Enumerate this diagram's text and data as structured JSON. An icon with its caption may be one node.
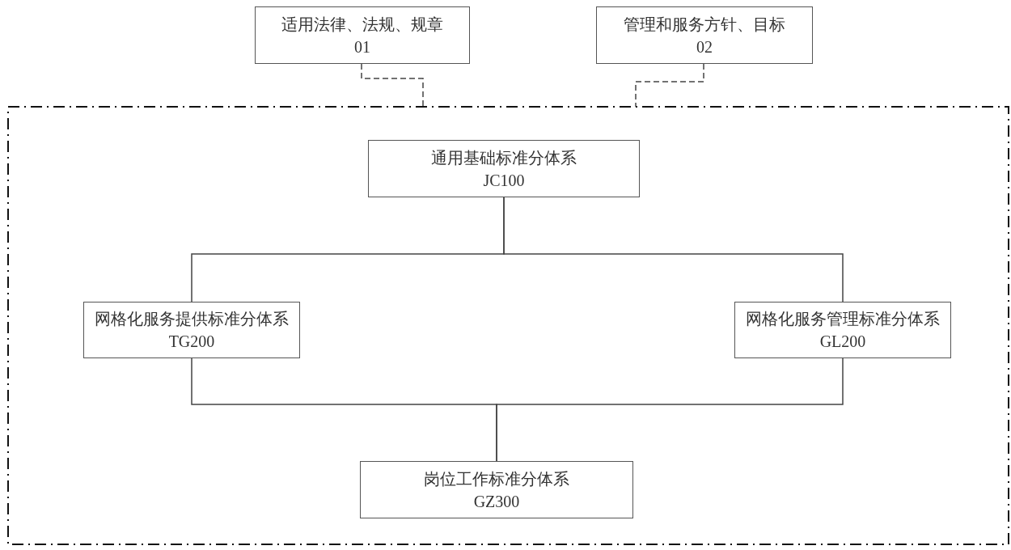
{
  "diagram": {
    "nodes": [
      {
        "text": [
          "适用法律、法规、规章",
          "01"
        ]
      },
      {
        "text": [
          "管理和服务方针、目标",
          "02"
        ]
      },
      {
        "text": [],
        "shape": "box"
      },
      {
        "text": [
          "通用基础标准分体系",
          "JC100"
        ],
        "in": 2
      },
      {
        "text": [
          "网格化服务提供标准分体系 TG200"
        ],
        "in": 2
      },
      {
        "text": [
          "网格化服务管理标准分体系 GL200"
        ],
        "in": 2
      },
      {
        "text": [
          "岗位工作标准分体系",
          "GZ300"
        ],
        "in": 2
      }
    ],
    "edges": [
      {
        "from": 0,
        "to": 2,
        "arrow": "none",
        "style": "dashed"
      },
      {
        "from": 1,
        "to": 2,
        "arrow": "none",
        "style": "dashed"
      },
      {
        "from": 3,
        "to": 4,
        "arrow": "none"
      },
      {
        "from": 3,
        "to": 5,
        "arrow": "none"
      },
      {
        "from": 4,
        "to": 6,
        "arrow": "none"
      },
      {
        "from": 5,
        "to": 6,
        "arrow": "none"
      }
    ]
  }
}
